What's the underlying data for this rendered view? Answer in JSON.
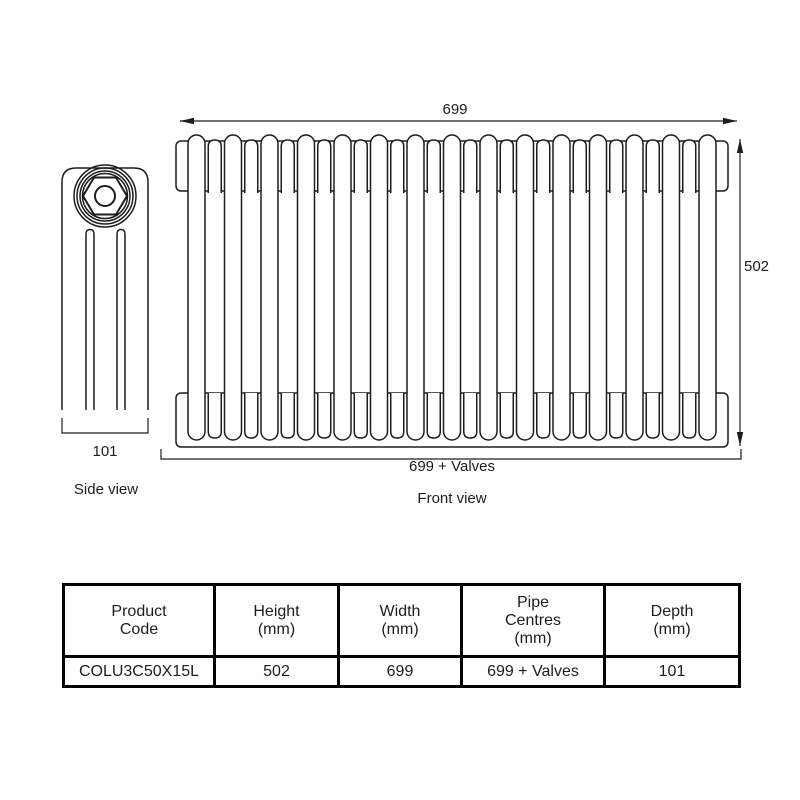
{
  "diagram": {
    "side_view": {
      "label": "Side view",
      "depth_dimension": "101"
    },
    "front_view": {
      "label": "Front view",
      "width_dimension": "699",
      "height_dimension": "502",
      "pipe_centres_dimension": "699 + Valves",
      "column_count": 15
    }
  },
  "colors": {
    "line": "#1d1d1b",
    "background": "#ffffff"
  },
  "table": {
    "headers": [
      "Product\nCode",
      "Height\n(mm)",
      "Width\n(mm)",
      "Pipe\nCentres\n(mm)",
      "Depth\n(mm)"
    ],
    "rows": [
      [
        "COLU3C50X15L",
        "502",
        "699",
        "699 + Valves",
        "101"
      ]
    ]
  }
}
